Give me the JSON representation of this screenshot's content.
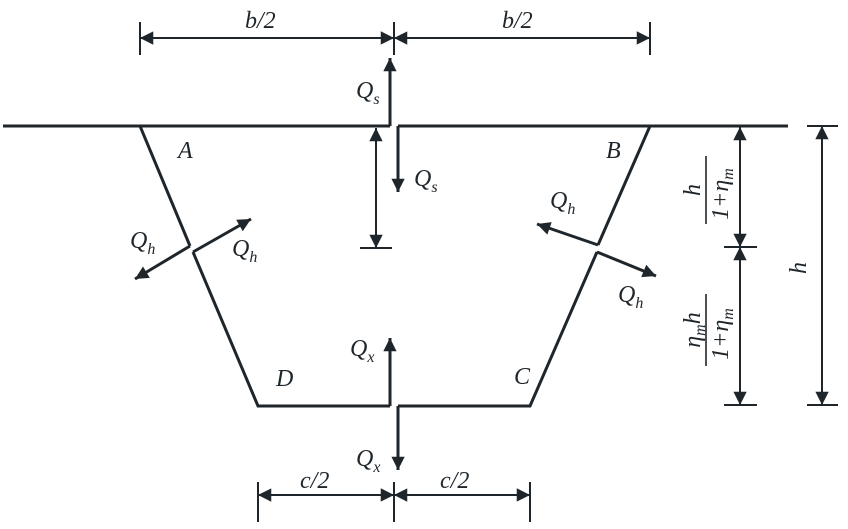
{
  "labels": {
    "A": "A",
    "B": "B",
    "C": "C",
    "D": "D",
    "Qs_up": "Q",
    "Qs_down": "Q",
    "Qs_sub": "s",
    "Qh_left_out": "Q",
    "Qh_left_in": "Q",
    "Qh_right_in": "Q",
    "Qh_right_out": "Q",
    "Qh_sub": "h",
    "Qx_up": "Q",
    "Qx_down": "Q",
    "Qx_sub": "x"
  },
  "dimensions": {
    "b_half_left": "b/2",
    "b_half_right": "b/2",
    "c_half_left": "c/2",
    "c_half_right": "c/2",
    "upper_num": "h",
    "upper_den": "1+η",
    "upper_den_sub": "m",
    "lower_num_eta": "η",
    "lower_num_sub": "m",
    "lower_num_h": "h",
    "lower_den": "1+η",
    "lower_den_sub": "m",
    "total_h": "h"
  },
  "colors": {
    "stroke": "#1f262b"
  }
}
